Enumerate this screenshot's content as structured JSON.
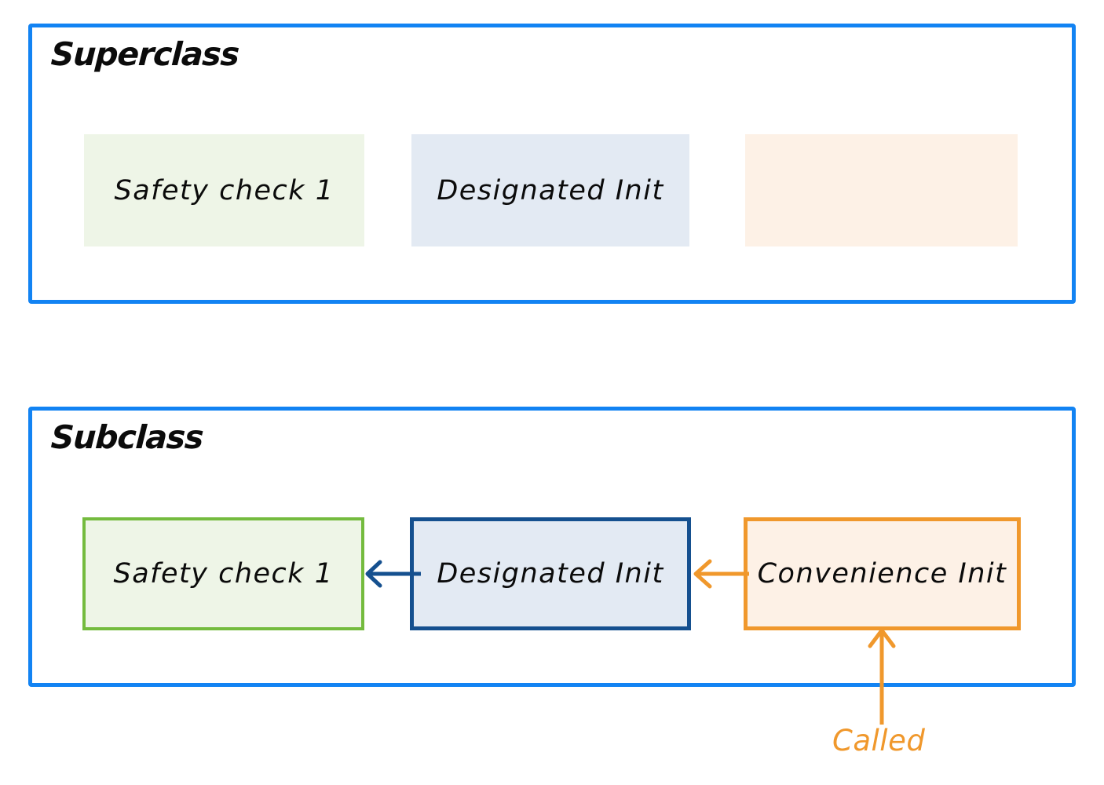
{
  "diagram": {
    "title_hidden": "",
    "accent_colors": {
      "container_border": "#1283f3",
      "safety_fill": "#eef5e7",
      "safety_border": "#74bb3e",
      "designated_fill": "#e3eaf3",
      "designated_border": "#15508f",
      "convenience_fill": "#fdf1e6",
      "convenience_border": "#f0982c",
      "text": "#0b0b0b",
      "called_text": "#f0982c"
    },
    "superclass": {
      "title": "Superclass",
      "members": [
        {
          "label": "Safety check 1",
          "fill": "#eef5e7"
        },
        {
          "label": "Designated Init",
          "fill": "#e3eaf3"
        },
        {
          "label": "",
          "fill": "#fdf1e6"
        }
      ]
    },
    "subclass": {
      "title": "Subclass",
      "members": [
        {
          "label": "Safety check 1",
          "fill": "#eef5e7",
          "border": "#74bb3e"
        },
        {
          "label": "Designated Init",
          "fill": "#e3eaf3",
          "border": "#15508f"
        },
        {
          "label": "Convenience Init",
          "fill": "#fdf1e6",
          "border": "#f0982c"
        }
      ]
    },
    "annotations": {
      "called": "Called"
    },
    "arrows": [
      {
        "name": "designated-to-safety",
        "direction": "left",
        "color": "#15508f"
      },
      {
        "name": "convenience-to-designated",
        "direction": "left",
        "color": "#f0982c"
      },
      {
        "name": "called-to-convenience",
        "direction": "up",
        "color": "#f0982c"
      }
    ]
  }
}
